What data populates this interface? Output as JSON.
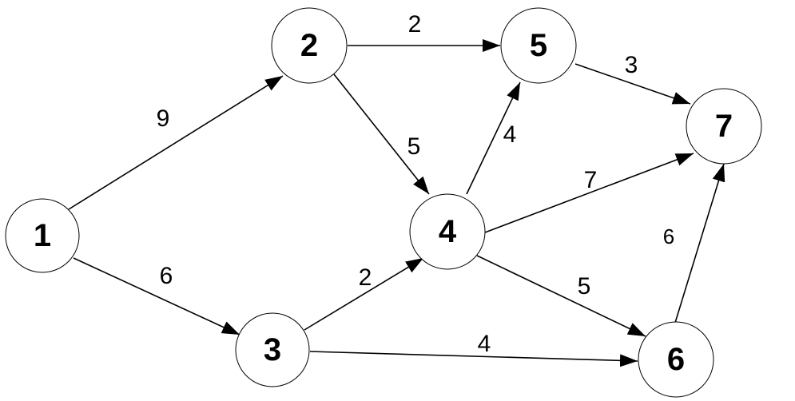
{
  "graph": {
    "nodes": [
      {
        "id": "1",
        "label": "1"
      },
      {
        "id": "2",
        "label": "2"
      },
      {
        "id": "3",
        "label": "3"
      },
      {
        "id": "4",
        "label": "4"
      },
      {
        "id": "5",
        "label": "5"
      },
      {
        "id": "6",
        "label": "6"
      },
      {
        "id": "7",
        "label": "7"
      }
    ],
    "edges": [
      {
        "from": "1",
        "to": "2",
        "weight": "9"
      },
      {
        "from": "1",
        "to": "3",
        "weight": "6"
      },
      {
        "from": "2",
        "to": "5",
        "weight": "2"
      },
      {
        "from": "2",
        "to": "4",
        "weight": "5"
      },
      {
        "from": "3",
        "to": "4",
        "weight": "2"
      },
      {
        "from": "3",
        "to": "6",
        "weight": "4"
      },
      {
        "from": "4",
        "to": "5",
        "weight": "4"
      },
      {
        "from": "4",
        "to": "7",
        "weight": "7"
      },
      {
        "from": "4",
        "to": "6",
        "weight": "5"
      },
      {
        "from": "5",
        "to": "7",
        "weight": "3"
      },
      {
        "from": "6",
        "to": "7",
        "weight": "6"
      }
    ]
  }
}
